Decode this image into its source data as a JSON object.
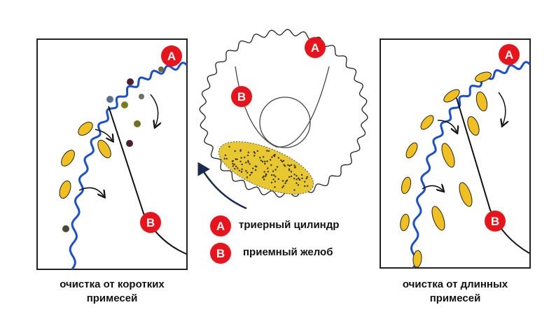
{
  "badges": {
    "a": "A",
    "b": "B"
  },
  "legend": {
    "a_text": "триерный цилиндр",
    "b_text": "приемный желоб"
  },
  "captions": {
    "left": [
      "очистка от коротких",
      "примесей"
    ],
    "right": [
      "очистка от длинных",
      "примесей"
    ]
  },
  "colors": {
    "badge": "#e8141c",
    "cylinder": "#1a4fd0",
    "grain": "#f0c020",
    "outline": "#111111"
  }
}
